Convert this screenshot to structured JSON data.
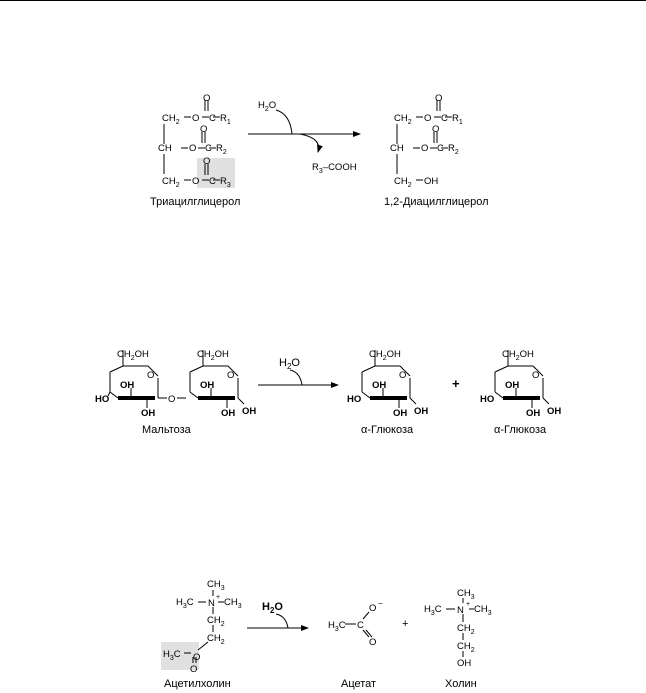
{
  "reactions": [
    {
      "reactant_name": "Триацилглицерол",
      "reagent": "H2O",
      "byproduct": "R3–COOH",
      "product_name": "1,2-Диацилглицерол"
    },
    {
      "reactant_name": "Мальтоза",
      "reagent": "H2O",
      "product1_name": "α-Глюкоза",
      "plus": "+",
      "product2_name": "α-Глюкоза"
    },
    {
      "reactant_name": "Ацетилхолин",
      "reagent": "H2O",
      "product1_name": "Ацетат",
      "plus": "+",
      "product2_name": "Холин"
    }
  ]
}
